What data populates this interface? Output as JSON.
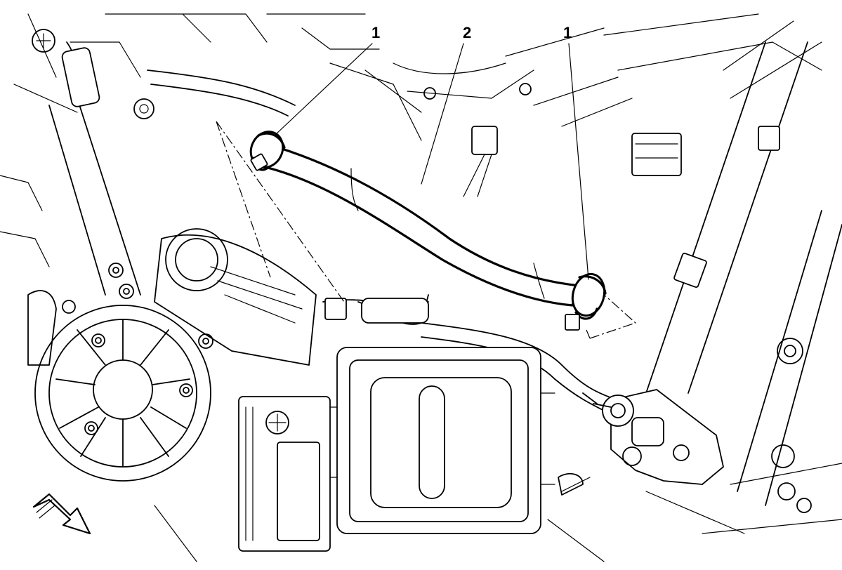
{
  "diagram": {
    "callouts": [
      {
        "id": "clamp-left",
        "label": "1"
      },
      {
        "id": "hose",
        "label": "2"
      },
      {
        "id": "clamp-right",
        "label": "1"
      }
    ],
    "icons": {
      "direction": "front-direction-arrow-icon"
    },
    "colors": {
      "line": "#000000",
      "background": "#ffffff"
    }
  }
}
